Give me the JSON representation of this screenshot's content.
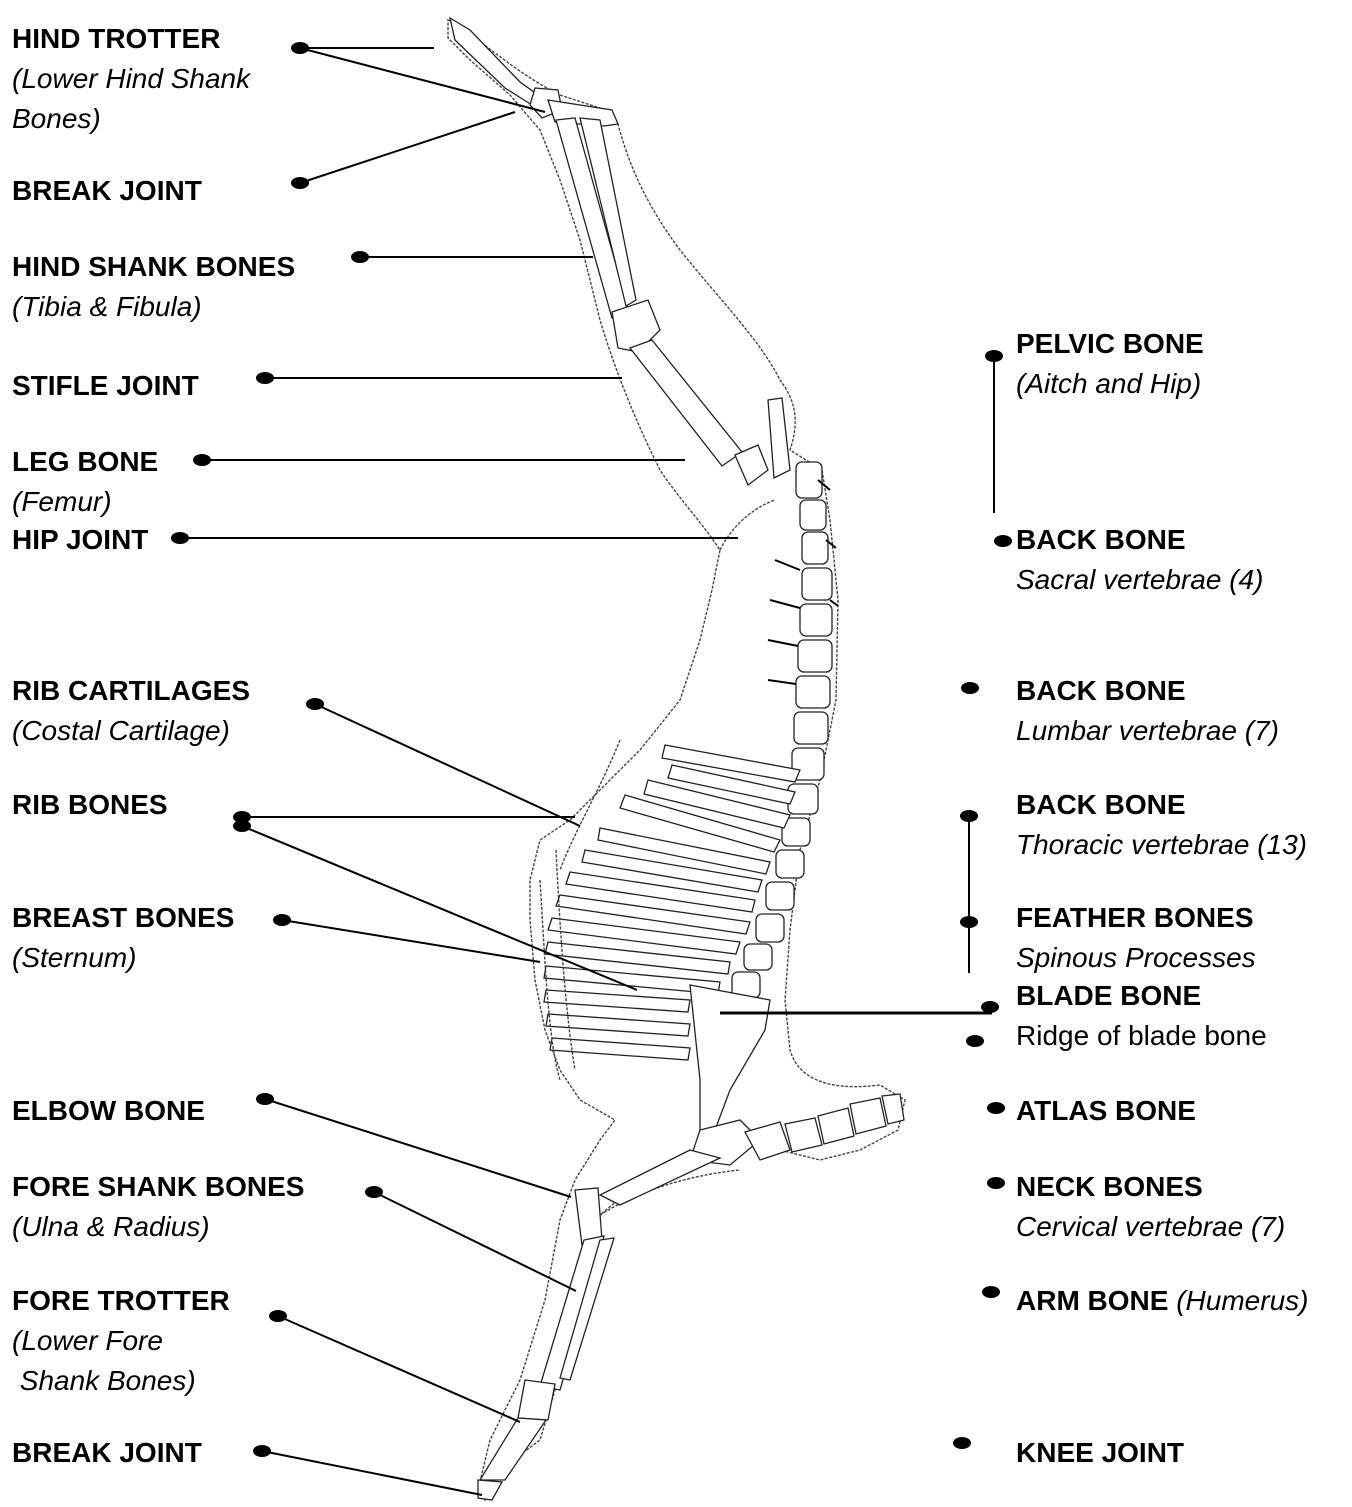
{
  "left_labels": [
    {
      "id": "hind-trotter",
      "name": "HIND TROTTER",
      "sub_lines": [
        "(Lower Hind Shank",
        "Bones)"
      ]
    },
    {
      "id": "break-joint-hind",
      "name": "BREAK JOINT"
    },
    {
      "id": "hind-shank-bones",
      "name": "HIND SHANK BONES",
      "sub": "(Tibia & Fibula)"
    },
    {
      "id": "stifle-joint",
      "name": "STIFLE JOINT"
    },
    {
      "id": "leg-bone",
      "name": "LEG BONE",
      "sub": "(Femur)"
    },
    {
      "id": "hip-joint",
      "name": "HIP JOINT"
    },
    {
      "id": "rib-cartilages",
      "name": "RIB CARTILAGES",
      "sub": "(Costal Cartilage)"
    },
    {
      "id": "rib-bones",
      "name": "RIB BONES"
    },
    {
      "id": "breast-bones",
      "name": "BREAST BONES",
      "sub": "(Sternum)"
    },
    {
      "id": "elbow-bone",
      "name": "ELBOW BONE"
    },
    {
      "id": "fore-shank-bones",
      "name": "FORE SHANK BONES",
      "sub": "(Ulna & Radius)"
    },
    {
      "id": "fore-trotter",
      "name": "FORE TROTTER",
      "sub_lines": [
        "(Lower Fore",
        " Shank Bones)"
      ]
    },
    {
      "id": "break-joint-fore",
      "name": "BREAK JOINT"
    }
  ],
  "right_labels": [
    {
      "id": "pelvic-bone",
      "name": "PELVIC BONE",
      "sub": "(Aitch and Hip)"
    },
    {
      "id": "back-bone-sacral",
      "name": "BACK BONE",
      "sub": "Sacral vertebrae (4)"
    },
    {
      "id": "back-bone-lumbar",
      "name": "BACK BONE",
      "sub": "Lumbar vertebrae (7)"
    },
    {
      "id": "back-bone-thoracic",
      "name": "BACK BONE",
      "sub": "Thoracic vertebrae (13)"
    },
    {
      "id": "feather-bones",
      "name": "FEATHER BONES",
      "sub": "Spinous Processes"
    },
    {
      "id": "blade-bone",
      "name": "BLADE BONE"
    },
    {
      "id": "ridge-of-blade-bone",
      "name": "Ridge of blade bone"
    },
    {
      "id": "atlas-bone",
      "name": "ATLAS BONE"
    },
    {
      "id": "neck-bones",
      "name": "NECK BONES",
      "sub": "Cervical vertebrae (7)"
    },
    {
      "id": "arm-bone",
      "name": "ARM BONE",
      "sub_inline": "(Humerus)"
    },
    {
      "id": "knee-joint",
      "name": "KNEE JOINT"
    }
  ]
}
